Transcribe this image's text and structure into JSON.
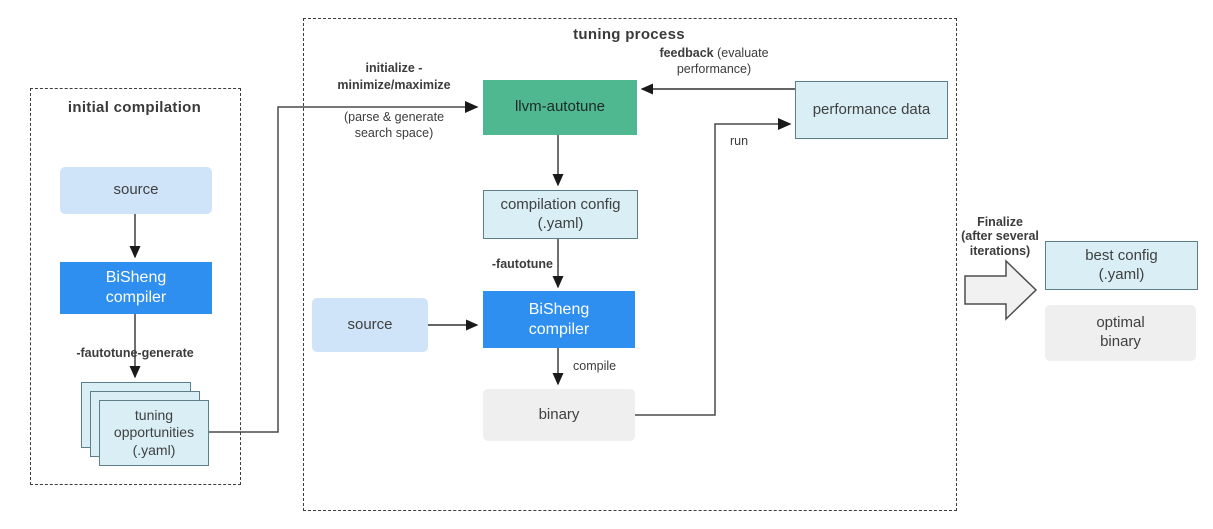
{
  "colors": {
    "bright_blue": "#2E8FF0",
    "light_blue": "#CFE4F8",
    "green": "#4FB890",
    "cyan": "#D9EFF5",
    "cyan_border": "#5D7F88",
    "light_gray": "#EFEFEF",
    "arrow_fill": "#F1F1F1",
    "text": "#3F3F3F"
  },
  "left_group": {
    "title": "initial compilation",
    "source": "source",
    "compiler": "BiSheng\ncompiler",
    "generate_label": "-fautotune-generate",
    "stack": "tuning\nopportunities\n(.yaml)"
  },
  "tuning_group": {
    "title": "tuning process",
    "initialize_bold": "initialize -\nminimize/maximize",
    "initialize_normal": "(parse & generate\nsearch space)",
    "feedback_bold": "feedback",
    "feedback_normal": " (evaluate\nperformance)",
    "autotune": "llvm-autotune",
    "config": "compilation config\n(.yaml)",
    "fautotune_label": "-fautotune",
    "source": "source",
    "compiler": "BiSheng\ncompiler",
    "compile_label": "compile",
    "binary": "binary",
    "performance": "performance data",
    "run_label": "run"
  },
  "finalize": {
    "label": "Finalize\n(after several\niterations)",
    "best_config": "best config\n(.yaml)",
    "optimal_binary": "optimal\nbinary"
  }
}
